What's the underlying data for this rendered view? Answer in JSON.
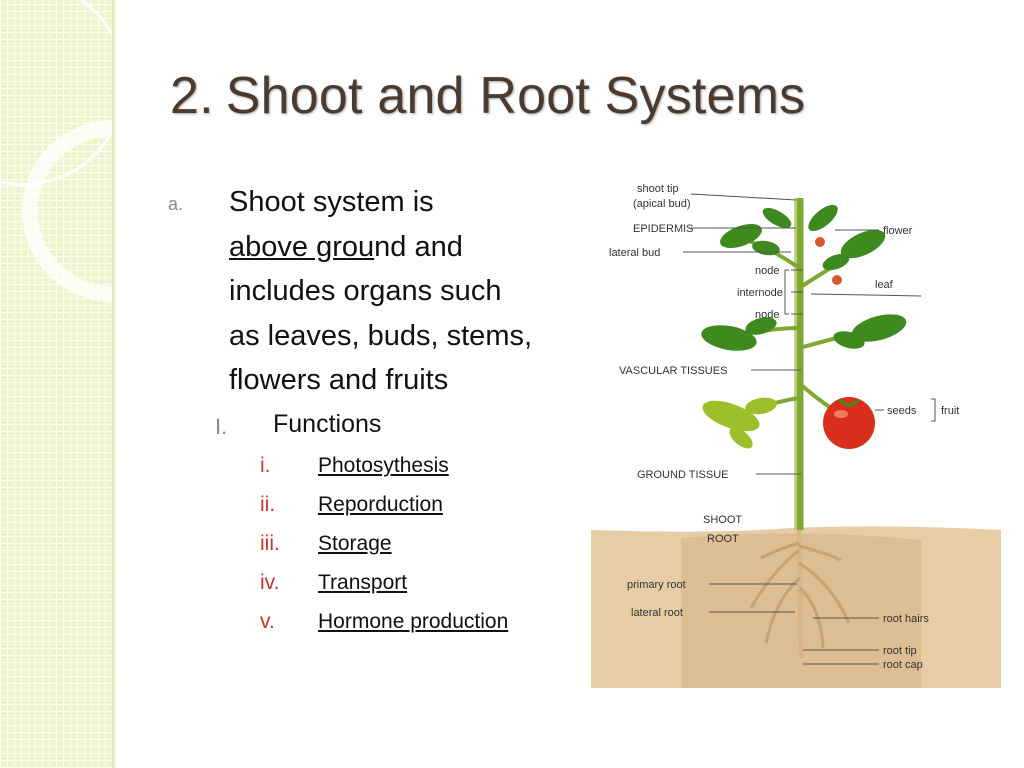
{
  "slide": {
    "title_number": "2.",
    "title_text": "Shoot and Root Systems"
  },
  "point_a": {
    "marker": "a.",
    "line1": "Shoot system is",
    "line2_underlined": "above grou",
    "line2_rest": "nd and",
    "line3": "includes organs such",
    "line4": "as  leaves, buds, stems,",
    "line5": "flowers and fruits"
  },
  "functions": {
    "marker": "I.",
    "heading": "Functions",
    "items": [
      {
        "num": "i.",
        "label": "Photosythesis"
      },
      {
        "num": "ii.",
        "label": "Reporduction"
      },
      {
        "num": "iii.",
        "label": "Storage"
      },
      {
        "num": "iv.",
        "label": "Transport"
      },
      {
        "num": "v.",
        "label": "Hormone production"
      }
    ]
  },
  "diagram": {
    "labels": {
      "shoot_tip": "shoot tip",
      "apical_bud": "(apical bud)",
      "epidermis": "EPIDERMIS",
      "lateral_bud": "lateral bud",
      "node_top": "node",
      "internode": "internode",
      "node_bottom": "node",
      "vascular": "VASCULAR TISSUES",
      "ground_tissue": "GROUND TISSUE",
      "shoot": "SHOOT",
      "root": "ROOT",
      "primary_root": "primary root",
      "lateral_root": "lateral root",
      "flower": "flower",
      "leaf": "leaf",
      "seeds": "seeds",
      "fruit": "fruit",
      "root_hairs": "root hairs",
      "root_tip": "root tip",
      "root_cap": "root cap"
    },
    "colors": {
      "stem": "#7fa832",
      "leaf": "#3f8a1e",
      "fruit": "#d8301c",
      "soil": "#d9b88a"
    }
  }
}
